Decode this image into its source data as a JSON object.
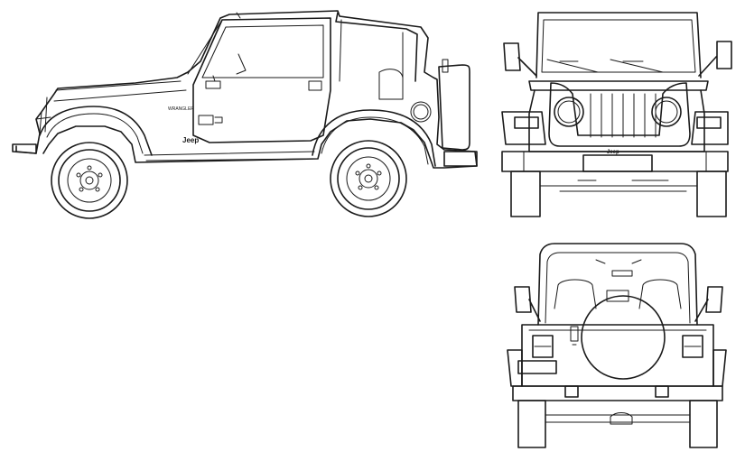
{
  "drawing": {
    "views": [
      "side",
      "front",
      "rear"
    ],
    "line_color": "#1a1a1a",
    "background": "#ffffff"
  },
  "labels": {
    "side_model_badge": "WRANGLER",
    "side_brand_badge": "Jeep",
    "front_brand_badge": "Jeep"
  }
}
